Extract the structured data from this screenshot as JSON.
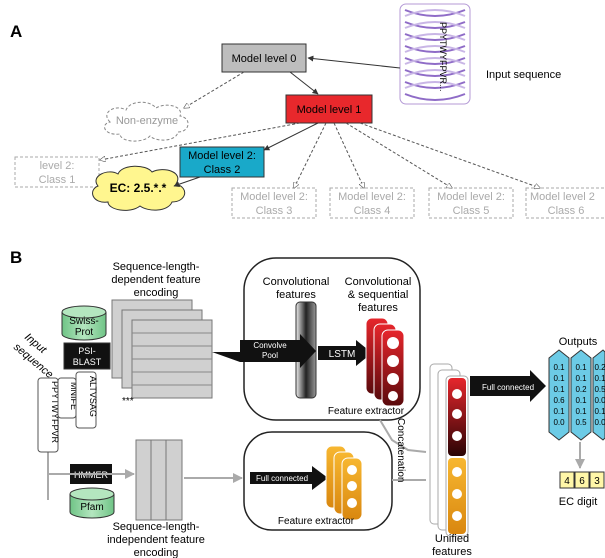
{
  "panel_a": {
    "label": "A",
    "level0": "Model level 0",
    "level1": "Model level 1",
    "level2_class2_line1": "Model level 2:",
    "level2_class2_line2": "Class 2",
    "non_enzyme": "Non-enzyme",
    "ec_result": "EC: 2.5.*.*",
    "input_sequence_label": "Input sequence",
    "sequence_text": "PPYTWYFPVR...",
    "level2_class1_line1": "level 2:",
    "level2_class1_line2": "Class 1",
    "level2_line1": "Model level 2:",
    "level2_last_line1": "Model level 2",
    "class3": "Class 3",
    "class4": "Class 4",
    "class5": "Class 5",
    "class6": "Class 6"
  },
  "panel_b": {
    "label": "B",
    "input_seq_line1": "Input",
    "input_seq_line2": "sequence",
    "seq_dep_title_l1": "Sequence-length-",
    "seq_dep_title_l2": "dependent feature",
    "seq_dep_title_l3": "encoding",
    "swiss_l1": "Swiss-",
    "swiss_l2": "Prot",
    "psi_l1": "PSI-",
    "psi_l2": "BLAST",
    "seq_box1": "PPYTWYFPVR",
    "seq_box2": "MNIFE",
    "seq_box3": "ALTVSAG",
    "ellipsis": "***",
    "hmmer": "HMMER",
    "pfam": "Pfam",
    "seq_indep_l1": "Sequence-length-",
    "seq_indep_l2": "independent feature",
    "seq_indep_l3": "encoding",
    "conv_features_l1": "Convolutional",
    "conv_features_l2": "features",
    "conv_seq_l1": "Convolutional",
    "conv_seq_l2": "& sequential",
    "conv_seq_l3": "features",
    "convolve_l1": "Convolve",
    "convolve_l2": "Pool",
    "lstm": "LSTM",
    "feature_extractor_top": "Feature extractor",
    "full_connected_bottom": "Full connected",
    "feature_extractor_bottom": "Feature extractor",
    "concatenation": "Concatenation",
    "full_connected_right": "Full connected",
    "outputs": "Outputs",
    "unified_l1": "Unified",
    "unified_l2": "features",
    "ec_digit": "EC digit",
    "ec_digits": [
      "4",
      "6",
      "3"
    ],
    "output_col1": [
      "0.1",
      "0.1",
      "0.1",
      "0.6",
      "0.1",
      "0.0"
    ],
    "output_col2": [
      "0.1",
      "0.1",
      "0.2",
      "0.1",
      "0.1",
      "0.5"
    ],
    "output_col3": [
      "0.2",
      "0.1",
      "0.5",
      "0.0",
      "0.1",
      "0.0"
    ]
  },
  "colors": {
    "model_level0": "#bdbdbd",
    "model_level1": "#e8282c",
    "model_level2_class2": "#19a9c9",
    "ec_cloud": "#fff68f",
    "swiss_prot": "#8fd19e",
    "orange_node": "#f2a31d",
    "red_node": "#d8222a",
    "output_blue": "#6ccbe6",
    "ec_digit_box": "#fff7a8",
    "sequence_helix": "#b49ad6"
  }
}
